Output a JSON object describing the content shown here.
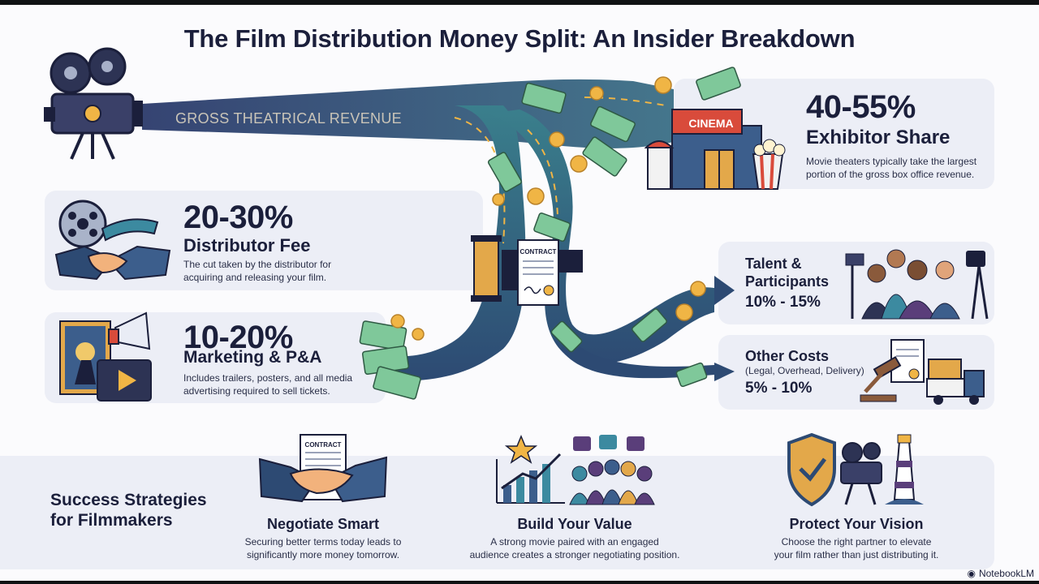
{
  "title": "The Film Distribution Money Split: An Insider Breakdown",
  "source_label": "GROSS THEATRICAL REVENUE",
  "exhibitor": {
    "percent": "40-55%",
    "label": "Exhibitor Share",
    "description": [
      "Movie theaters typically take the largest",
      "portion of the gross box office revenue."
    ],
    "sign": "CINEMA"
  },
  "distributor": {
    "percent": "20-30%",
    "label": "Distributor Fee",
    "description": [
      "The cut taken by the distributor for",
      "acquiring and releasing your film."
    ]
  },
  "marketing": {
    "percent": "10-20%",
    "label": "Marketing & P&A",
    "description": [
      "Includes trailers, posters, and all media",
      "advertising required to sell tickets."
    ]
  },
  "talent": {
    "label_line1": "Talent &",
    "label_line2": "Participants",
    "value": "10% - 15%"
  },
  "other_costs": {
    "label": "Other Costs",
    "sub": "(Legal, Overhead, Delivery)",
    "value": "5% - 10%"
  },
  "contract_label": "CONTRACT",
  "strategies": {
    "heading_line1": "Success Strategies",
    "heading_line2": "for Filmmakers",
    "items": [
      {
        "title": "Negotiate Smart",
        "desc": [
          "Securing better terms today leads to",
          "significantly more money tomorrow."
        ],
        "icon": "handshake-contract-icon"
      },
      {
        "title": "Build Your Value",
        "desc": [
          "A strong movie paired with an engaged",
          "audience creates a stronger negotiating position."
        ],
        "icon": "audience-growth-icon"
      },
      {
        "title": "Protect Your Vision",
        "desc": [
          "Choose the right partner to elevate",
          "your film rather than just distributing it."
        ],
        "icon": "shield-camera-icon"
      }
    ]
  },
  "brand": "NotebookLM",
  "colors": {
    "flow_dark": "#2d4a73",
    "flow_teal": "#3a7f8c",
    "money_green": "#7fc89a",
    "coin_gold": "#f0b545",
    "text_dark": "#1b1f3b",
    "card_bg": "#eceef6"
  }
}
